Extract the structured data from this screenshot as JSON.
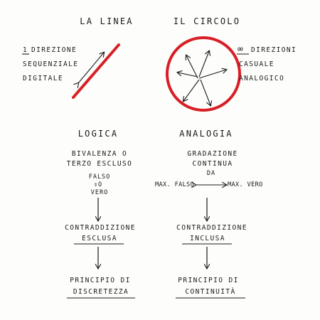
{
  "headings": {
    "linea": "LA LINEA",
    "circolo": "IL CIRCOLO"
  },
  "linea_desc": {
    "number": "1",
    "line1": "DIREZIONE",
    "line2": "SEQUENZIALE",
    "line3": "DIGITALE"
  },
  "circolo_desc": {
    "symbol": "∞",
    "line1": "DIREZIONI",
    "line2": "CASUALE",
    "line3": "ANALOGICO"
  },
  "left_column": {
    "title": "LOGICA",
    "concept_line1": "BIVALENZA O",
    "concept_line2": "TERZO ESCLUSO",
    "false_label": "FALSO",
    "swap_symbol": "⇕O",
    "true_label": "VERO",
    "contradiction_line1": "CONTRADDIZIONE",
    "contradiction_line2": "ESCLUSA",
    "principle_line1": "PRINCIPIO DI",
    "principle_line2": "DISCRETEZZA"
  },
  "right_column": {
    "title": "ANALOGIA",
    "concept_line1": "GRADAZIONE",
    "concept_line2": "CONTINUA",
    "concept_line3": "DA",
    "max_false": "MAX. FALSO",
    "max_true": "MAX. VERO",
    "contradiction_line1": "CONTRADDIZIONE",
    "contradiction_line2": "INCLUSA",
    "principle_line1": "PRINCIPIO DI",
    "principle_line2": "CONTINUITÀ"
  },
  "colors": {
    "ink": "#1a1a1a",
    "accent_red": "#d81f26"
  }
}
